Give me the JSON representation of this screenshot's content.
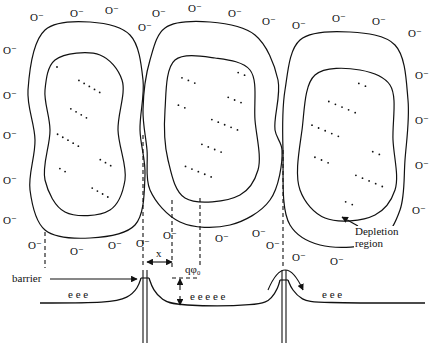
{
  "diagram": {
    "labels": [
      "O⁻",
      "O⁻",
      "O⁻",
      "O⁻",
      "O⁻",
      "O⁻",
      "O⁻",
      "O⁻",
      "O⁻",
      "O⁻",
      "O⁻",
      "O⁻",
      "O⁻",
      "O⁻",
      "O⁻",
      "O⁻",
      "O⁻",
      "O⁻",
      "O⁻",
      "O⁻",
      "O⁻",
      "O⁻",
      "O⁻",
      "O⁻",
      "O⁻",
      "O⁻",
      "O⁻",
      "O⁻",
      "O⁻",
      "O⁻",
      "O⁻",
      "Depletion region",
      "barrier",
      "x",
      "qφ₀",
      "e e e",
      "e e e e e",
      "e e e"
    ]
  }
}
